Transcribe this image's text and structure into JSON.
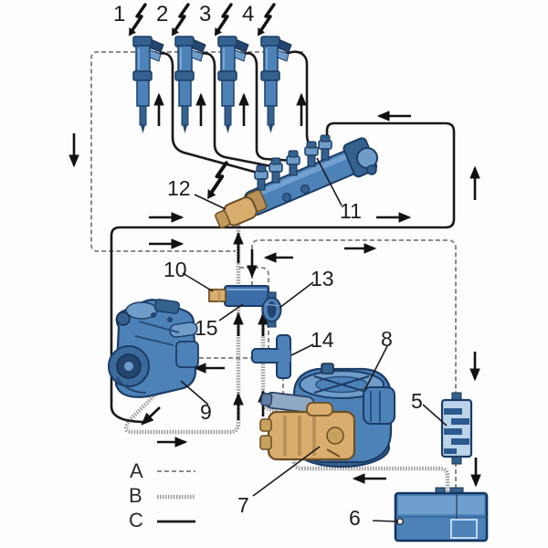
{
  "callouts": {
    "n1": "1",
    "n2": "2",
    "n3": "3",
    "n4": "4",
    "n5": "5",
    "n6": "6",
    "n7": "7",
    "n8": "8",
    "n9": "9",
    "n10": "10",
    "n11": "11",
    "n12": "12",
    "n13": "13",
    "n14": "14",
    "n15": "15"
  },
  "legend": {
    "a": "A",
    "b": "B",
    "c": "C"
  },
  "colors": {
    "component_blue": "#4d82b8",
    "component_blue_dark": "#35618f",
    "component_blue_light": "#6f9cc9",
    "outline_blue": "#1c3c66",
    "sensor_tan": "#d9ad6e",
    "tan_outline": "#6b4f23",
    "line_solid_black": "#1a1a1a",
    "line_thin_dashed_gray": "#8a8a8a",
    "line_thick_gray": "#9a9a9a",
    "background": "#fdfdfd"
  }
}
